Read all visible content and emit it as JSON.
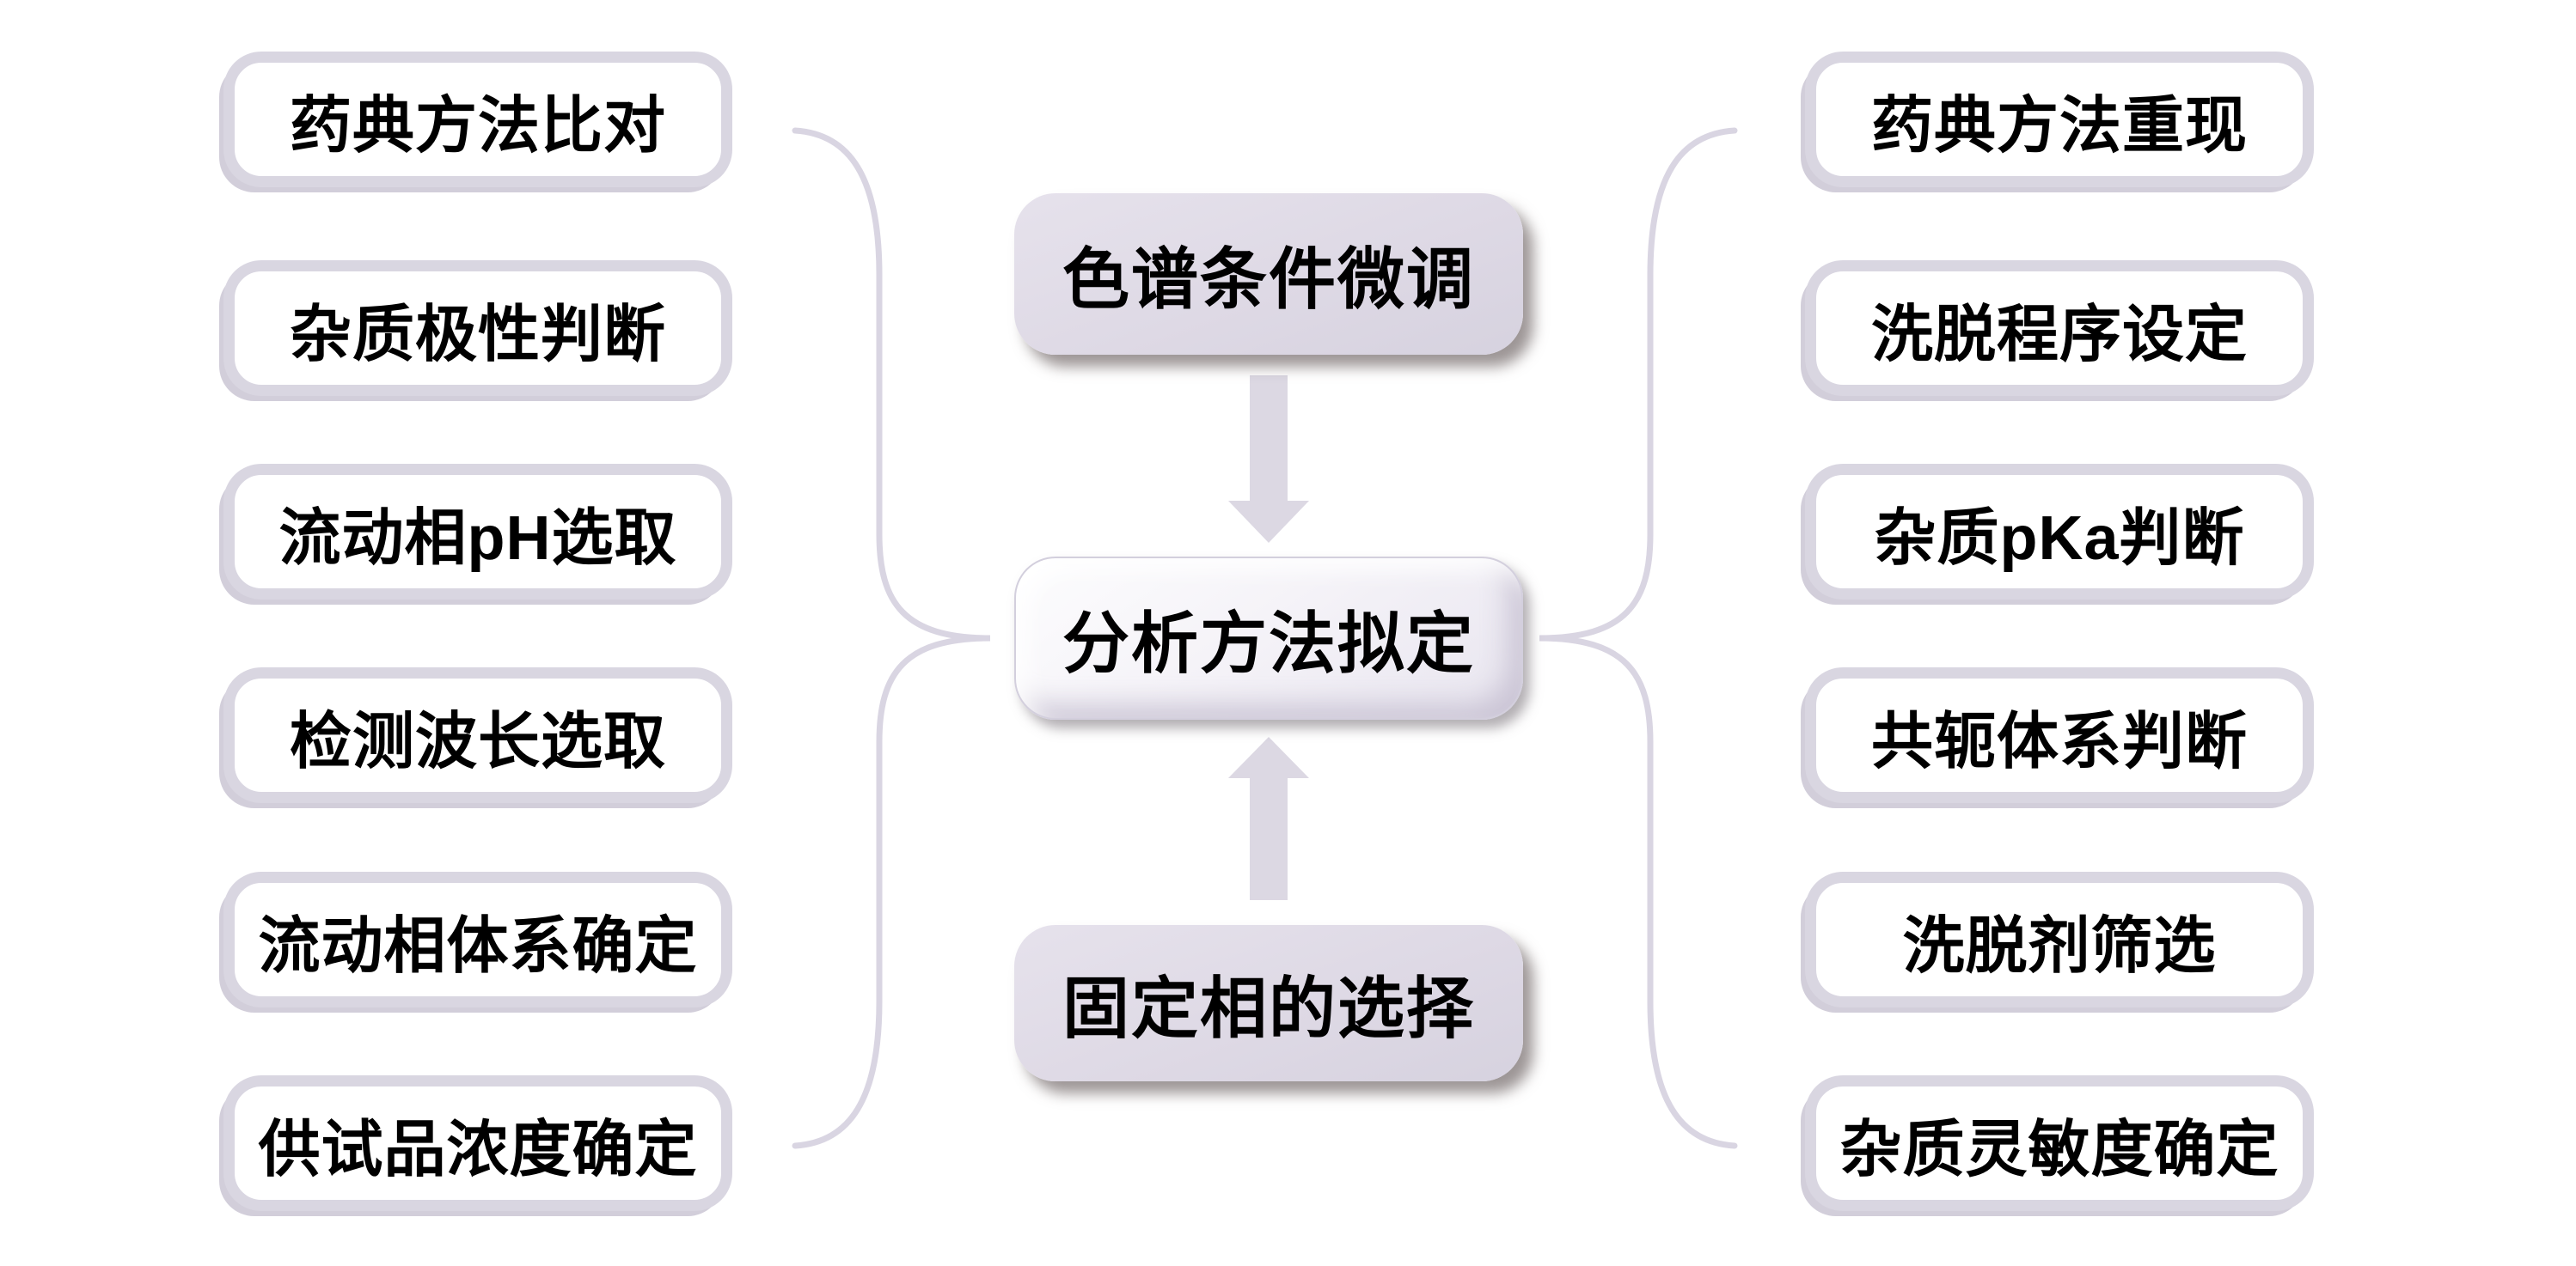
{
  "center_flow": {
    "top": {
      "label": "色谱条件微调"
    },
    "middle": {
      "label": "分析方法拟定"
    },
    "bottom": {
      "label": "固定相的选择"
    }
  },
  "left_group": {
    "items": [
      {
        "label": "药典方法比对"
      },
      {
        "label": "杂质极性判断"
      },
      {
        "label": "流动相pH选取"
      },
      {
        "label": "检测波长选取"
      },
      {
        "label": "流动相体系确定"
      },
      {
        "label": "供试品浓度确定"
      }
    ]
  },
  "right_group": {
    "items": [
      {
        "label": "药典方法重现"
      },
      {
        "label": "洗脱程序设定"
      },
      {
        "label": "杂质pKa判断"
      },
      {
        "label": "共轭体系判断"
      },
      {
        "label": "洗脱剂筛选"
      },
      {
        "label": "杂质灵敏度确定"
      }
    ]
  },
  "colors": {
    "side_box_border": "#d9d6e1",
    "center_fill": "#ded9e5",
    "arrow": "#dcd8e3",
    "brace": "#d9d5e2",
    "text": "#000000",
    "shadow": "#6e6266"
  }
}
